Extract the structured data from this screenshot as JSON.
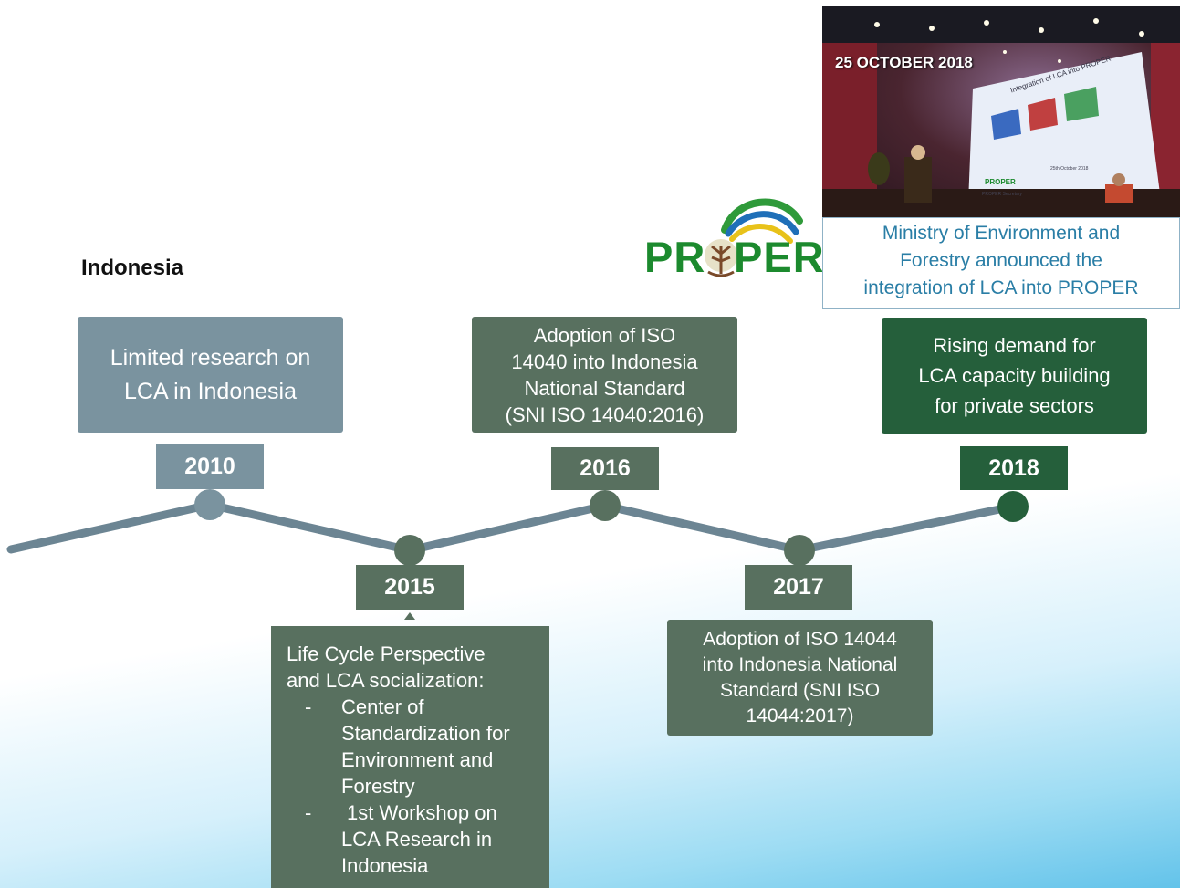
{
  "country": "Indonesia",
  "events": [
    {
      "year": "2010",
      "lines": [
        "Limited research on",
        "LCA in Indonesia"
      ]
    },
    {
      "year": "2015",
      "lines": [
        "Life Cycle Perspective",
        "and LCA socialization:"
      ],
      "bullets": [
        {
          "dash": "-",
          "lines": [
            "Center of",
            "Standardization for",
            "Environment and",
            "Forestry"
          ]
        },
        {
          "dash": "-",
          "lines": [
            "1st Workshop on",
            "LCA Research in",
            "Indonesia"
          ]
        }
      ]
    },
    {
      "year": "2016",
      "lines": [
        "Adoption of ISO",
        "14040 into Indonesia",
        "National Standard",
        "(SNI ISO 14040:2016)"
      ]
    },
    {
      "year": "2017",
      "lines": [
        "Adoption of ISO 14044",
        "into Indonesia National",
        "Standard (SNI ISO",
        "14044:2017)"
      ]
    },
    {
      "year": "2018",
      "lines": [
        "Rising demand for",
        "LCA capacity building",
        "for private sectors"
      ]
    }
  ],
  "photo": {
    "date": "25 OCTOBER 2018",
    "screen_title": "Integration of LCA into PROPER",
    "screen_logo": "PROPER",
    "screen_sub": "PROPER Secretary",
    "screen_date": "25th October 2018"
  },
  "caption": [
    "Ministry of Environment and",
    "Forestry announced the",
    "integration of LCA into PROPER"
  ],
  "logo": {
    "text_left": "PR",
    "text_right": "PER"
  },
  "colors": {
    "timeline": "#6c8593",
    "box2010": "#7a939f",
    "boxDark": "#58705f",
    "boxGreen": "#255f3b",
    "caption": "#2a7ea6",
    "logo": "#1c8a2e"
  }
}
